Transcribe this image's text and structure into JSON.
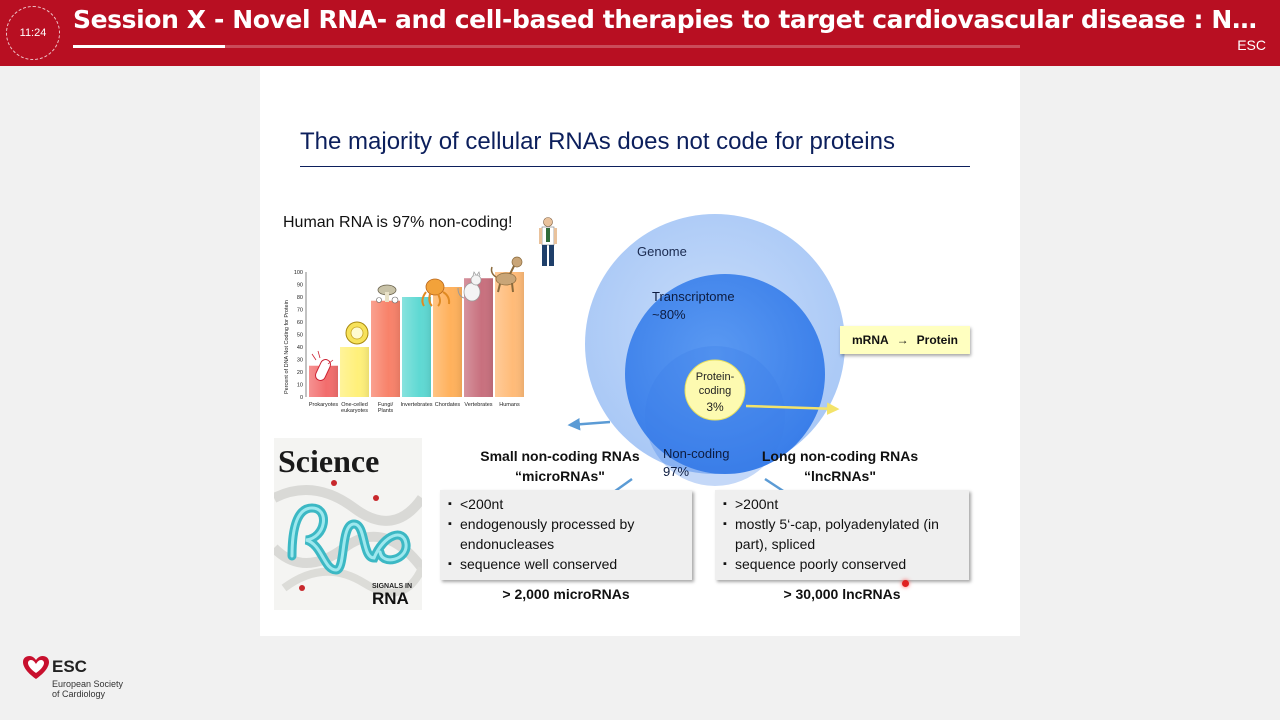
{
  "header": {
    "clock": "11:24",
    "session_title": "Session X - Novel RNA- and cell-based therapies to target cardiovascular disease : Non-coding RNAs as new therapeutics",
    "org_label": "ESC",
    "progress": 0.16
  },
  "slide": {
    "title": "The majority of cellular RNAs does not code for proteins",
    "human_caption": "Human RNA is 97% non-coding!",
    "venn": {
      "genome": "Genome",
      "transcriptome": "Transcriptome",
      "transcriptome_pct": "~80%",
      "protein_coding_1": "Protein-",
      "protein_coding_2": "coding",
      "protein_coding_pct": "3%",
      "noncoding": "Non-coding",
      "noncoding_pct": "97%"
    },
    "mrna_box": {
      "mrna": "mRNA",
      "arrow": "→",
      "protein": "Protein"
    },
    "small": {
      "heading_1": "Small non-coding RNAs",
      "heading_2": "“microRNAs\"",
      "bullets": [
        "<200nt",
        "endogenously processed by endonucleases",
        "sequence well conserved"
      ],
      "total": "> 2,000 microRNAs"
    },
    "long": {
      "heading_1": "Long non-coding RNAs",
      "heading_2": "“lncRNAs\"",
      "bullets": [
        ">200nt",
        "mostly 5‘-cap, polyadenylated (in part), spliced",
        "sequence poorly conserved"
      ],
      "total": "> 30,000 lncRNAs"
    },
    "cover": {
      "journal": "Science",
      "line_1": "SIGNALS IN",
      "line_2": "RNA"
    }
  },
  "chart_data": {
    "type": "bar",
    "ylabel": "Percent of DNA Not Coding for Protein",
    "ylim": [
      0,
      100
    ],
    "yticks": [
      0,
      10,
      20,
      30,
      40,
      50,
      60,
      70,
      80,
      90,
      100
    ],
    "categories": [
      "Prokaryotes",
      "One-celled eukaryotes",
      "Fungi/ Plants",
      "Invertebrates",
      "Chordates",
      "Vertebrates",
      "Humans"
    ],
    "category_lines": [
      [
        "Prokaryotes"
      ],
      [
        "One-celled",
        "eukaryotes"
      ],
      [
        "Fungi/",
        "Plants"
      ],
      [
        "Invertebrates"
      ],
      [
        "Chordates"
      ],
      [
        "Vertebrates"
      ],
      [
        "Humans"
      ]
    ],
    "values": [
      25,
      40,
      77,
      80,
      88,
      95,
      100
    ],
    "colors": [
      "#f26d6d",
      "#fff07a",
      "#f8826a",
      "#5fd9d3",
      "#ffb15c",
      "#c8707e",
      "#ffbb78"
    ],
    "grid": false
  },
  "footer": {
    "logo": "ESC",
    "sub_1": "European Society",
    "sub_2": "of Cardiology"
  }
}
